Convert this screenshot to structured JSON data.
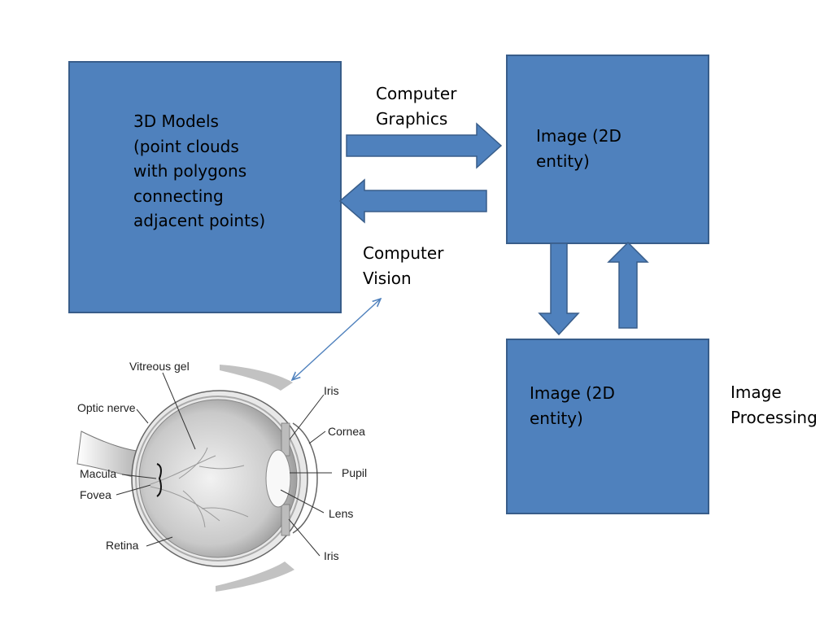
{
  "colors": {
    "box_fill": "#4f81bd",
    "box_border": "#385d8a",
    "connector": "#4f81bd"
  },
  "models_box": {
    "lines": [
      "3D Models",
      "(point clouds",
      "with polygons",
      "connecting",
      "adjacent points)"
    ]
  },
  "image_box_top": {
    "lines": [
      "Image (2D",
      "entity)"
    ]
  },
  "image_box_bottom": {
    "lines": [
      "Image (2D",
      "entity)"
    ]
  },
  "labels": {
    "computer_graphics": [
      "Computer",
      "Graphics"
    ],
    "computer_vision": [
      "Computer",
      "Vision"
    ],
    "image_processing": [
      "Image",
      "Processing"
    ]
  },
  "eye_diagram": {
    "vitreous_gel": "Vitreous gel",
    "optic_nerve": "Optic nerve",
    "macula": "Macula",
    "fovea": "Fovea",
    "retina": "Retina",
    "iris_top": "Iris",
    "cornea": "Cornea",
    "pupil": "Pupil",
    "lens": "Lens",
    "iris_bottom": "Iris"
  }
}
